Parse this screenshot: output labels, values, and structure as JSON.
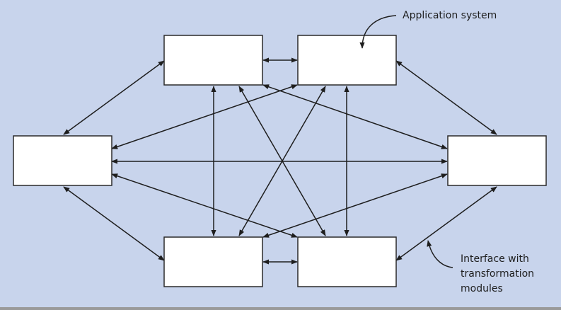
{
  "annotations": {
    "application_system": "Application system",
    "interface_line1": "Interface with",
    "interface_line2": "transformation",
    "interface_line3": "modules"
  },
  "colors": {
    "background": "#c8d4ec",
    "box_fill": "#ffffff",
    "stroke": "#1e1e1e"
  }
}
